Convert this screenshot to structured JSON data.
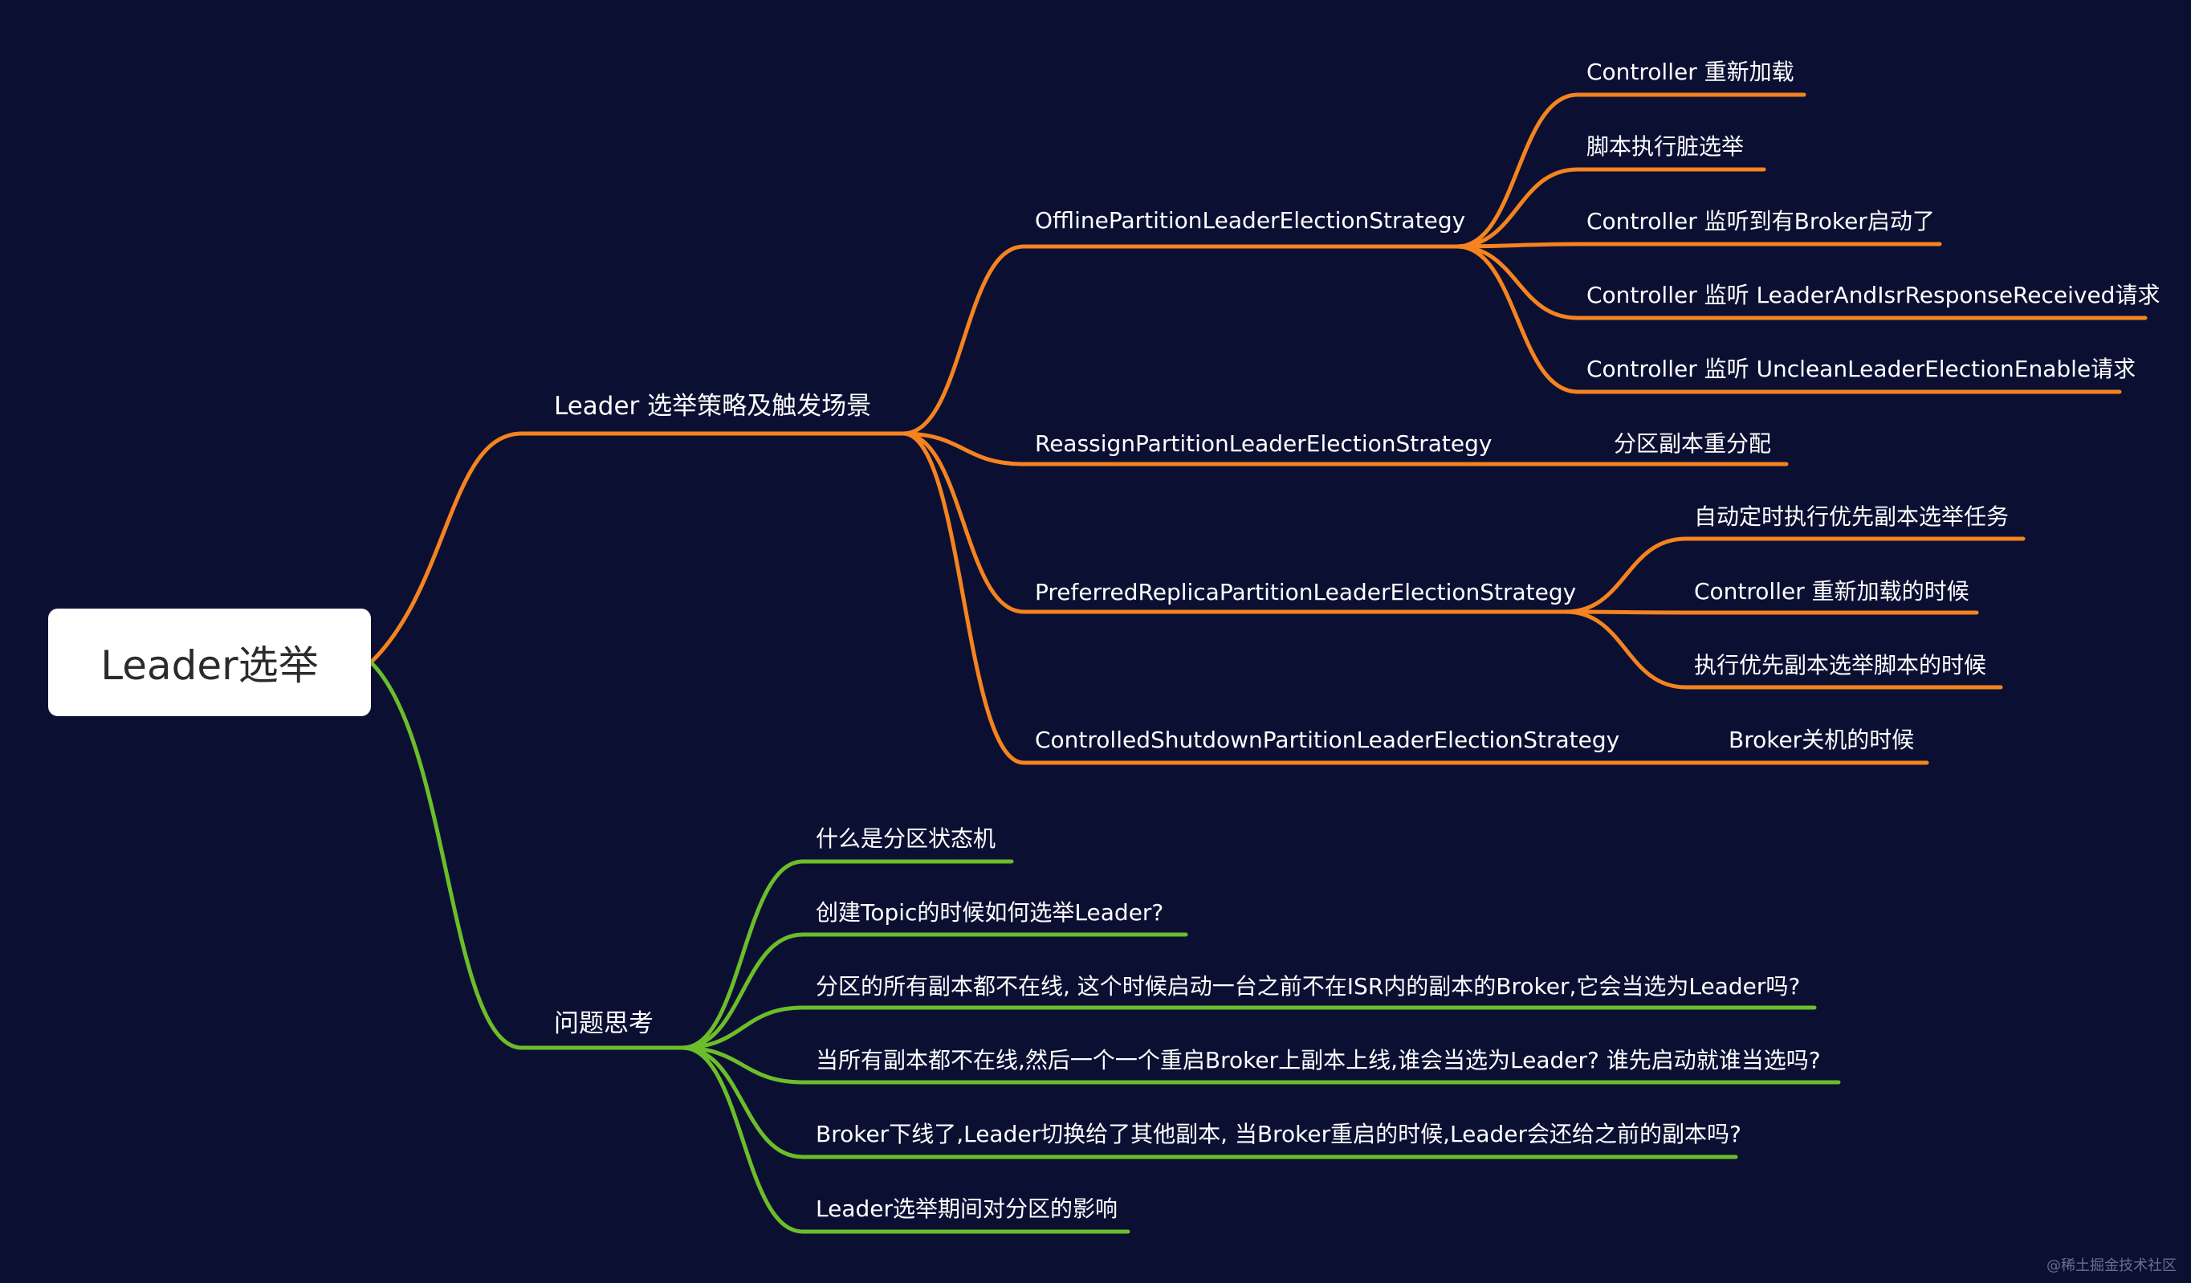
{
  "colors": {
    "background": "#0b1033",
    "orange": "#f5831f",
    "green": "#6cbd2a",
    "root_bg": "#ffffff",
    "text": "#ffffff"
  },
  "root": {
    "label": "Leader选举"
  },
  "branches": [
    {
      "label": "Leader 选举策略及触发场景",
      "color": "orange",
      "children": [
        {
          "label": "OfflinePartitionLeaderElectionStrategy",
          "children": [
            "Controller 重新加载",
            "脚本执行脏选举",
            "Controller 监听到有Broker启动了",
            "Controller 监听 LeaderAndIsrResponseReceived请求",
            "Controller 监听 UncleanLeaderElectionEnable请求"
          ]
        },
        {
          "label": "ReassignPartitionLeaderElectionStrategy",
          "children": [
            "分区副本重分配"
          ]
        },
        {
          "label": "PreferredReplicaPartitionLeaderElectionStrategy",
          "children": [
            "自动定时执行优先副本选举任务",
            "Controller 重新加载的时候",
            "执行优先副本选举脚本的时候"
          ]
        },
        {
          "label": "ControlledShutdownPartitionLeaderElectionStrategy",
          "children": [
            "Broker关机的时候"
          ]
        }
      ]
    },
    {
      "label": "问题思考",
      "color": "green",
      "children": [
        {
          "label": "什么是分区状态机"
        },
        {
          "label": "创建Topic的时候如何选举Leader?"
        },
        {
          "label": "分区的所有副本都不在线, 这个时候启动一台之前不在ISR内的副本的Broker,它会当选为Leader吗?"
        },
        {
          "label": "当所有副本都不在线,然后一个一个重启Broker上副本上线,谁会当选为Leader?  谁先启动就谁当选吗?"
        },
        {
          "label": "Broker下线了,Leader切换给了其他副本, 当Broker重启的时候,Leader会还给之前的副本吗?"
        },
        {
          "label": "Leader选举期间对分区的影响"
        }
      ]
    }
  ],
  "watermark": "@稀土掘金技术社区"
}
